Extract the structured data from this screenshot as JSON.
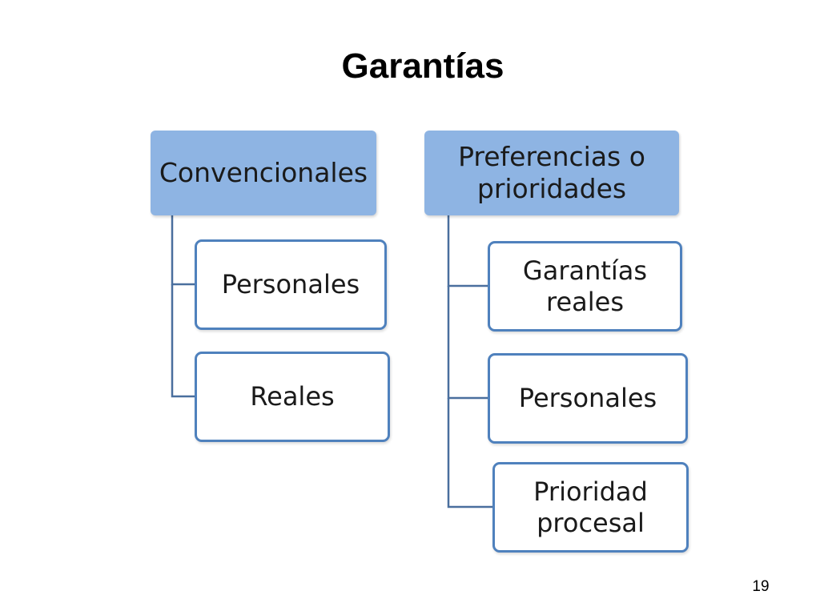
{
  "title": "Garantías",
  "page_number": "19",
  "colors": {
    "header_fill": "#8eb4e3",
    "child_border": "#4f81bd",
    "connector": "#4a6f9e"
  },
  "diagram": {
    "groups": [
      {
        "label": "Convencionales",
        "children": [
          "Personales",
          "Reales"
        ]
      },
      {
        "label": "Preferencias o prioridades",
        "children": [
          "Garantías reales",
          "Personales",
          "Prioridad procesal"
        ]
      }
    ]
  }
}
